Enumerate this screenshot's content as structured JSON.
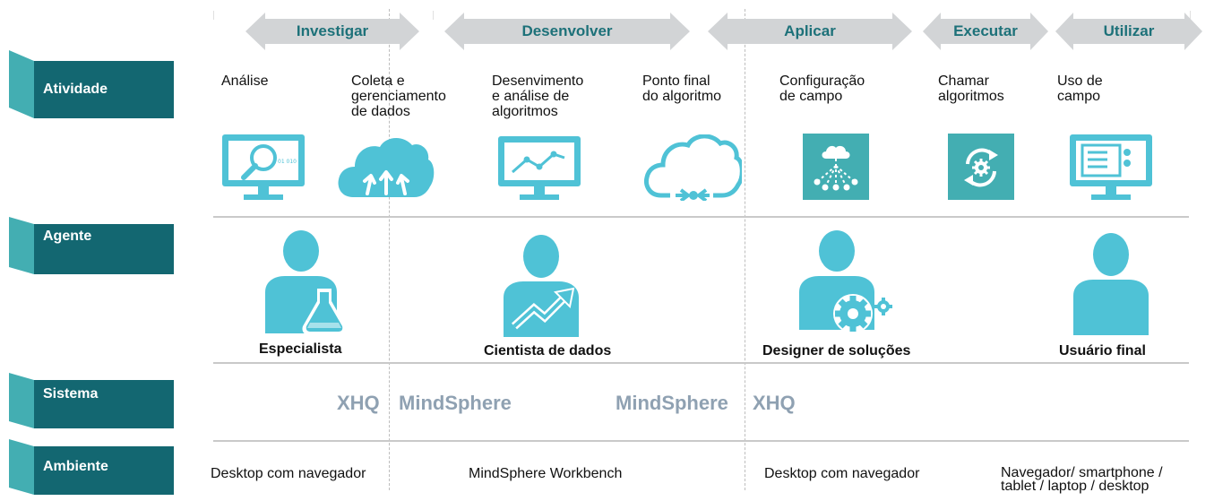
{
  "phases": [
    {
      "label": "Investigar"
    },
    {
      "label": "Desenvolver"
    },
    {
      "label": "Aplicar"
    },
    {
      "label": "Executar"
    },
    {
      "label": "Utilizar"
    }
  ],
  "rows": {
    "activity": "Atividade",
    "agent": "Agente",
    "system": "Sistema",
    "environment": "Ambiente"
  },
  "activities": [
    {
      "label": "Análise",
      "icon": "monitor-search-icon"
    },
    {
      "label": "Coleta e\ngerenciamento\nde dados",
      "icon": "cloud-upload-icon"
    },
    {
      "label": "Desenvimento\ne análise de\nalgoritmos",
      "icon": "monitor-chart-icon"
    },
    {
      "label": "Ponto final\ndo algoritmo",
      "icon": "cloud-cycle-icon"
    },
    {
      "label": "Configuração\nde campo",
      "icon": "cloud-network-icon"
    },
    {
      "label": "Chamar\nalgoritmos",
      "icon": "sync-gear-icon"
    },
    {
      "label": "Uso de\ncampo",
      "icon": "monitor-checklist-icon"
    }
  ],
  "agents": [
    {
      "label": "Especialista",
      "icon": "person-flask-icon"
    },
    {
      "label": "Cientista de dados",
      "icon": "person-chart-icon"
    },
    {
      "label": "Designer de soluções",
      "icon": "person-gears-icon"
    },
    {
      "label": "Usuário final",
      "icon": "person-icon"
    }
  ],
  "systems": [
    "XHQ",
    "MindSphere",
    "MindSphere",
    "XHQ"
  ],
  "environments": [
    "Desktop com navegador",
    "MindSphere Workbench",
    "Desktop com navegador",
    "Navegador/ smartphone /\ntablet / laptop / desktop"
  ],
  "colors": {
    "teal_dark": "#136771",
    "teal_light": "#43aeb2",
    "icon_cyan": "#4fc2d6",
    "arrow_gray": "#d2d4d6",
    "phase_text": "#1d7179",
    "system_text": "#8fa1b2",
    "rule": "#c9c9c9"
  }
}
